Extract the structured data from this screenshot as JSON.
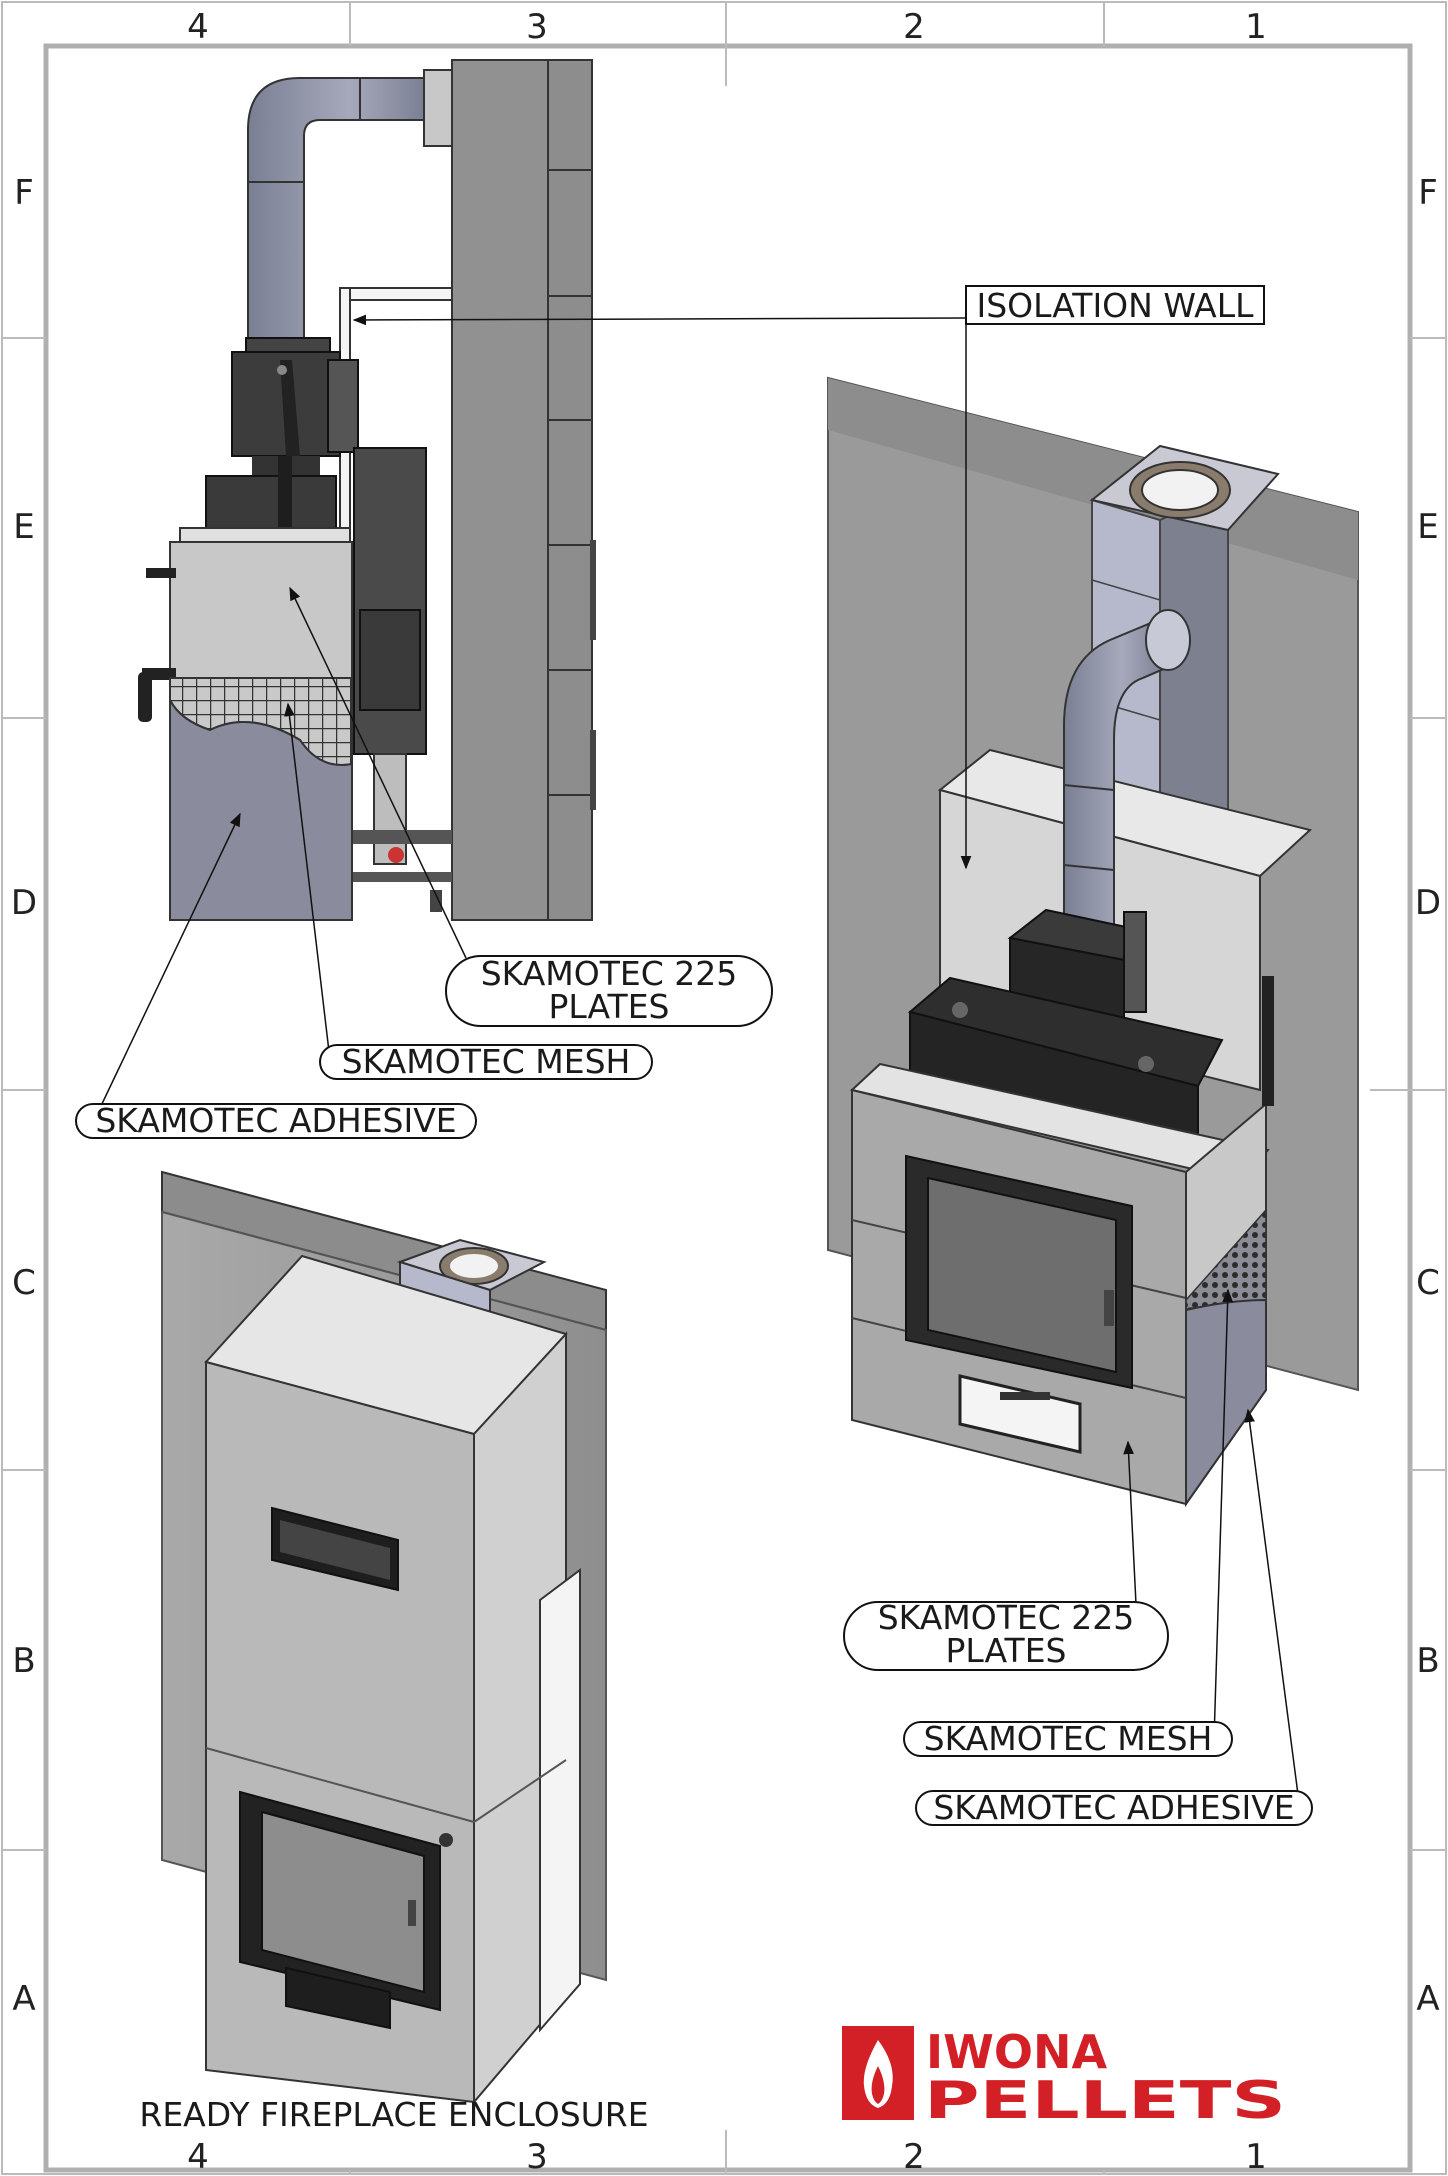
{
  "border": {
    "columns": [
      "4",
      "3",
      "2",
      "1"
    ],
    "rows": [
      "F",
      "E",
      "D",
      "C",
      "B",
      "A"
    ]
  },
  "callouts": {
    "isolation_wall": "ISOLATION WALL",
    "left": {
      "plates_line1": "SKAMOTEC 225",
      "plates_line2": "PLATES",
      "mesh": "SKAMOTEC MESH",
      "adhesive": "SKAMOTEC ADHESIVE"
    },
    "right": {
      "plates_line1": "SKAMOTEC 225",
      "plates_line2": "PLATES",
      "mesh": "SKAMOTEC MESH",
      "adhesive": "SKAMOTEC ADHESIVE"
    }
  },
  "caption": "READY FIREPLACE ENCLOSURE",
  "logo": {
    "line1": "IWONA",
    "line2": "PELLETS",
    "color": "#d32027"
  }
}
